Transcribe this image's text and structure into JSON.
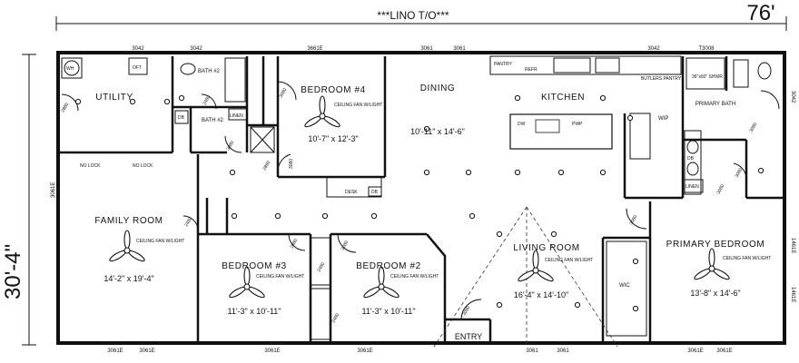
{
  "header": {
    "title": "***LINO T/O***",
    "overall_width": "76'",
    "overall_depth": "30'-4\""
  },
  "rooms": {
    "utility": "UTILITY",
    "bath2_top": "BATH #2",
    "bath2": "BATH #2",
    "bedroom4": "BEDROOM #4",
    "bedroom4_size": "10'-7\" x 12'-3\"",
    "dining": "DINING",
    "dining_size": "10'-11\" x 14'-6\"",
    "kitchen": "KITCHEN",
    "primary_bath": "PRIMARY BATH",
    "family_room": "FAMILY ROOM",
    "family_size": "14'-2\" x 19'-4\"",
    "bedroom3": "BEDROOM #3",
    "bedroom3_size": "11'-3\" x 10'-11\"",
    "bedroom2": "BEDROOM #2",
    "bedroom2_size": "11'-3\" x 10'-11\"",
    "living_room": "LIVING ROOM",
    "living_size": "16'-4\" x 14'-10\"",
    "primary_bedroom": "PRIMARY BEDROOM",
    "primary_size": "13'-8\" x 14'-6\"",
    "entry": "ENTRY"
  },
  "fixtures": {
    "wh": "WH",
    "oft": "OFT",
    "linen": "LINEN",
    "db": "DB",
    "desk": "DESK",
    "wip": "WIP",
    "wic": "WIC",
    "pantry": "PANTRY",
    "refr": "REFR",
    "dw": "DW",
    "pwp": "PWP",
    "shower": "36\"x60\" SHWR",
    "butlers_pantry": "BUTLERS PANTRY",
    "ceiling_fan": "CEILING FAN W/LIGHT"
  },
  "windows": {
    "top": [
      "3042",
      "3042",
      "3661E",
      "3061",
      "3061",
      "3042",
      "T3008"
    ],
    "bottom": [
      "3061E",
      "3061E",
      "3061E",
      "3061E",
      "3061",
      "3061",
      "3061E",
      "3061E"
    ],
    "left": "3061E",
    "right": [
      "3042",
      "1461E",
      "1461E"
    ]
  },
  "doors": {
    "utility_door": "2880",
    "bath_door_a": "2480",
    "bath_door_b": "3080",
    "hall_door": "2880",
    "bed4_door": "3080",
    "bed4_door_b": "3080",
    "family_door": "2480",
    "bed3_door": "2880",
    "bed3_closet": "2480",
    "bed2_door": "3080",
    "bed2_closet": "2480",
    "entry_door": "3080",
    "primary_bath_door": "3080",
    "primary_door": "3080",
    "primary_closet": "3080",
    "linen_door": "3080"
  },
  "notes": {
    "no_lock_1": "NO LOCK",
    "no_lock_2": "NO LOCK"
  }
}
